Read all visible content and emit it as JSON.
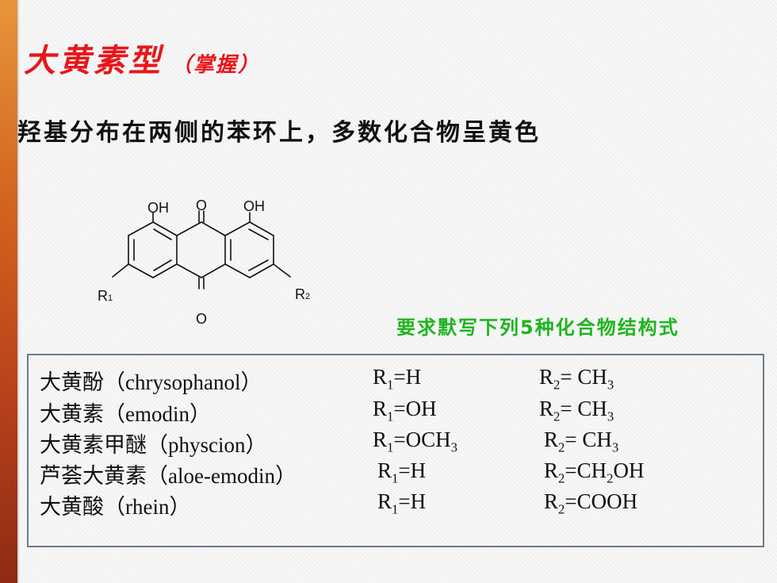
{
  "slide": {
    "title": "大黄素型",
    "title_note": "（掌握）",
    "subtitle": "羟基分布在两侧的苯环上，多数化合物呈黄色",
    "requirement": "要求默写下列5种化合物结构式"
  },
  "structure": {
    "labels": {
      "oh_left": "OH",
      "o_top": "O",
      "oh_right": "OH",
      "r1": "R",
      "r1_sub": "1",
      "r2": "R",
      "r2_sub": "2",
      "o_bottom": "O"
    }
  },
  "compounds": [
    {
      "name": "大黄酚（chrysophanol）",
      "r1_label": "R",
      "r1_sub": "1",
      "r1_value": "=H",
      "r1_value_sub": "",
      "r2_label": "R",
      "r2_sub": "2",
      "r2_value": "= CH",
      "r2_value_sub": "3",
      "r2_value_tail": ""
    },
    {
      "name": "大黄素（emodin）",
      "r1_label": "R",
      "r1_sub": "1",
      "r1_value": "=OH",
      "r1_value_sub": "",
      "r2_label": "R",
      "r2_sub": "2",
      "r2_value": "= CH",
      "r2_value_sub": "3",
      "r2_value_tail": ""
    },
    {
      "name": "大黄素甲醚（physcion）",
      "r1_label": "R",
      "r1_sub": "1",
      "r1_value": "=OCH",
      "r1_value_sub": "3",
      "r2_label": "R",
      "r2_sub": "2",
      "r2_value": "= CH",
      "r2_value_sub": "3",
      "r2_value_tail": ""
    },
    {
      "name": "芦荟大黄素（aloe-emodin）",
      "r1_label": "R",
      "r1_sub": "1",
      "r1_value": "=H",
      "r1_value_sub": "",
      "r2_label": "R",
      "r2_sub": "2",
      "r2_value": "=CH",
      "r2_value_sub": "2",
      "r2_value_tail": "OH"
    },
    {
      "name": "大黄酸（rhein）",
      "r1_label": "R",
      "r1_sub": "1",
      "r1_value": "=H",
      "r1_value_sub": "",
      "r2_label": "R",
      "r2_sub": "2",
      "r2_value": "=COOH",
      "r2_value_sub": "",
      "r2_value_tail": ""
    }
  ]
}
